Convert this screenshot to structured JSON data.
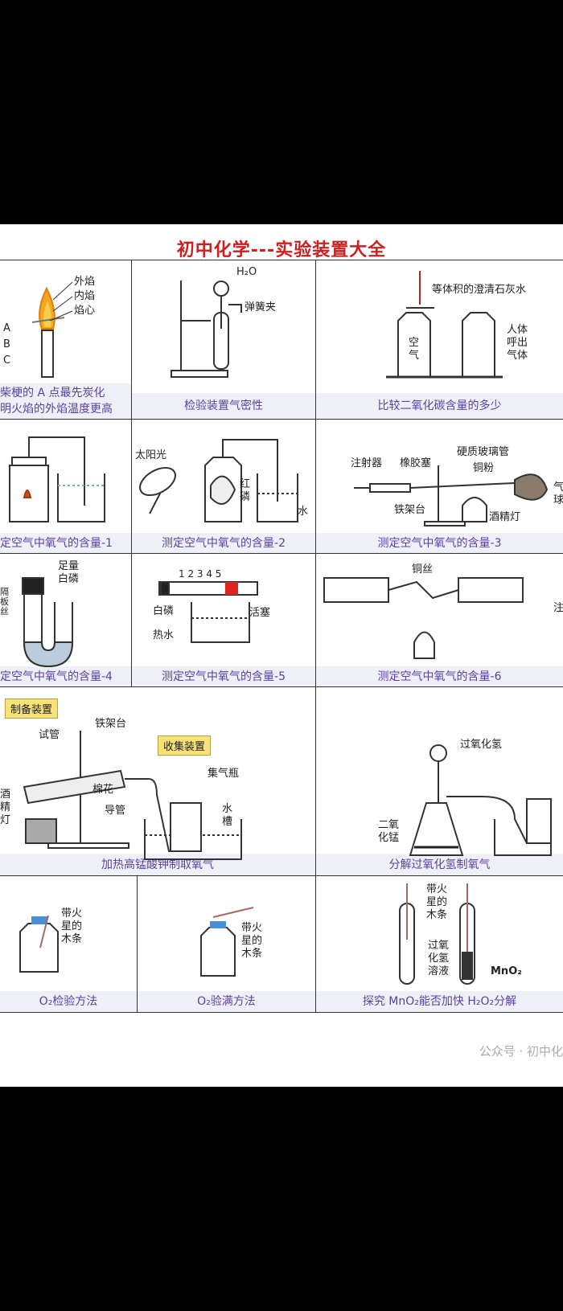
{
  "title": "初中化学---实验装置大全",
  "captions": {
    "r1c1a": "柴梗的 A 点最先炭化",
    "r1c1b": "明火焰的外焰温度更高",
    "r1c2": "检验装置气密性",
    "r1c3": "比较二氧化碳含量的多少",
    "r2c1": "定空气中氧气的含量-1",
    "r2c2": "测定空气中氧气的含量-2",
    "r2c3": "测定空气中氧气的含量-3",
    "r3c1": "定空气中氧气的含量-4",
    "r3c2": "测定空气中氧气的含量-5",
    "r3c3": "测定空气中氧气的含量-6",
    "r4c1": "加热高锰酸钾制取氧气",
    "r4c2": "分解过氧化氢制氧气",
    "r5c1": "O₂检验方法",
    "r5c2": "O₂验满方法",
    "r5c3": "探究 MnO₂能否加快 H₂O₂分解"
  },
  "labels": {
    "waiyan": "外焰",
    "neiyan": "内焰",
    "yanxin": "焰心",
    "a": "A",
    "b": "B",
    "c": "C",
    "h2o": "H₂O",
    "tanhuangjia": "弹簧夹",
    "chengqing": "等体积的澄清石灰水",
    "kongqi": "空\n气",
    "renti": "人体\n呼出\n气体",
    "taiyangguang": "太阳光",
    "honglin": "红\n磷",
    "shui": "水",
    "zhusheqi": "注射器",
    "xiangjiaosai": "橡胶塞",
    "yingzhi": "硬质玻璃管",
    "tongfen": "铜粉",
    "tiejiatai": "铁架台",
    "jiujingdeng": "酒精灯",
    "qiu": "气\n球",
    "zuliang": "足量\n白磷",
    "cuts": "隔\n板\n丝",
    "scale": "1 2 3 4 5",
    "bailin": "白磷",
    "huosai": "活塞",
    "reshui": "热水",
    "tongsi": "铜丝",
    "zhu": "注",
    "zhibei": "制备装置",
    "shiguan": "试管",
    "tiejiatai2": "铁架台",
    "shouji": "收集装置",
    "mianhua": "棉花",
    "jiqiping": "集气瓶",
    "daoguan": "导管",
    "shuicao": "水\n槽",
    "jiujingdeng2": "酒\n精\n灯",
    "guoyanghuaqing": "过氧化氢",
    "eryanghuameng": "二氧\n化锰",
    "daihuo1": "带火\n星的\n木条",
    "daihuo2": "带火\n星的\n木条",
    "daihuo3": "带火\n星的\n木条",
    "guoyang": "过氧\n化氢\n溶液",
    "mno2": "MnO₂"
  },
  "watermark": "公众号 · 初中化"
}
